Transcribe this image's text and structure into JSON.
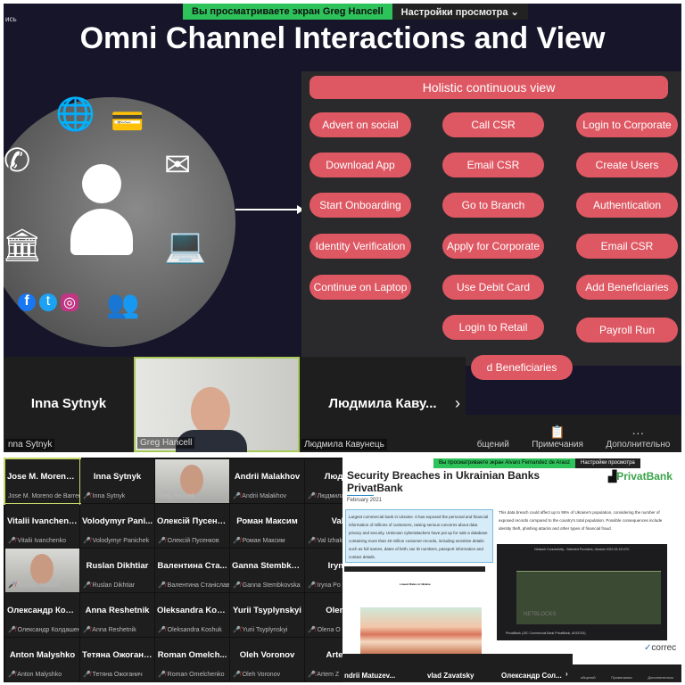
{
  "banner": {
    "viewing": "Вы просматриваете экран Greg Hancell",
    "settings": "Настройки просмотра",
    "chevron": "⌄"
  },
  "rec_label": "ись",
  "slide": {
    "title": "Omni Channel Interactions and View",
    "header": "Holistic continuous view",
    "col1": [
      "Advert on social",
      "Download App",
      "Start Onboarding",
      "Identity Verification",
      "Continue on Laptop"
    ],
    "col2": [
      "Call CSR",
      "Email CSR",
      "Go to Branch",
      "Apply for Corporate",
      "Use Debit Card",
      "Login to Retail",
      "d Beneficiaries"
    ],
    "col3": [
      "Login to Corporate",
      "Create Users",
      "Authentication",
      "Email CSR",
      "Add Beneficiaries",
      "Payroll Run"
    ]
  },
  "strip": {
    "t1_name": "Inna Sytnyk",
    "t1_label": "nna Sytnyk",
    "t2_label": "Greg Hancell",
    "t3_name": "Людмила  Каву...",
    "t3_label": "Людмила Кавунець",
    "next": "›"
  },
  "toolbar": {
    "chat": "бщений",
    "notes": "Примечания",
    "more": "Дополнительно"
  },
  "grid": [
    {
      "n": "Jose M. Moreno...",
      "s": "Jose M. Moreno de Barreda",
      "active": true
    },
    {
      "n": "Inna Sytnyk",
      "s": "Inna Sytnyk"
    },
    {
      "n": "",
      "s": "Greg Hancell",
      "video": true
    },
    {
      "n": "Andrii Malakhov",
      "s": "Andrii Malakhov"
    },
    {
      "n": "Людмил",
      "s": "Людмила К"
    },
    {
      "n": "Vitalii Ivanchenko",
      "s": "Vitalii Ivanchenko"
    },
    {
      "n": "Volodymyr Pani...",
      "s": "Volodymyr Panichek"
    },
    {
      "n": "Олексій Пусенк...",
      "s": "Олексій Пусенков"
    },
    {
      "n": "Роман Максим",
      "s": "Роман Максим"
    },
    {
      "n": "Val Iz",
      "s": "Val Izhakev"
    },
    {
      "n": "",
      "s": "Dmytro Nikitiuk",
      "video": true
    },
    {
      "n": "Ruslan Dikhtiar",
      "s": "Ruslan Dikhtiar"
    },
    {
      "n": "Валентина Ста...",
      "s": "Валентина Станіслав..."
    },
    {
      "n": "Ganna Stembko...",
      "s": "Ganna Stembkovska"
    },
    {
      "n": "Iryna P",
      "s": "Iryna Po"
    },
    {
      "n": "Олександр Кол...",
      "s": "Олександр Колдашен..."
    },
    {
      "n": "Anna Reshetnik",
      "s": "Anna Reshetnik"
    },
    {
      "n": "Oleksandra Kos...",
      "s": "Oleksandra Koshuk"
    },
    {
      "n": "Yurii Tsyplynskyi",
      "s": "Yurii Tsyplynskyi"
    },
    {
      "n": "Olena O",
      "s": "Olena O"
    },
    {
      "n": "Anton Malyshko",
      "s": "Anton Malyshko"
    },
    {
      "n": "Тетяна Ожоганич",
      "s": "Тетяна Ожоганич"
    },
    {
      "n": "Roman Omelch...",
      "s": "Roman Omelchenko"
    },
    {
      "n": "Oleh Voronov",
      "s": "Oleh Voronov"
    },
    {
      "n": "Artem Z",
      "s": "Artem Z"
    }
  ],
  "doc": {
    "banner": "Вы просматриваете экран Alvaro Fernandez de Araoz",
    "settings": "Настройки просмотра",
    "title": "Security Breaches in Ukrainian Banks",
    "subtitle": "PrivatBank",
    "date": "February 2021",
    "logo": "PrivatBank",
    "box": "Largest commercial bank in Ukraine. It has exposed the personal and financial information of millions of customers, raising serious concerns about data privacy and security. Unknown cyberattackers have put up for sale a database containing more than 40 million customer records, including sensitive details such as full names, dates of birth, tax ID numbers, passport information and contact details.",
    "para": "This data breach could affect up to 95% of Ukraine's population, considering the number of exposed records compared to the country's total population. Possible consequences include identity theft, phishing attacks and other types of financial fraud.",
    "chart_title": "Network Connectivity - Selected Providers, Ukraine  2022-02-15 UTC",
    "chart_legend": "PrivatBank (JSC Commercial Bank PrivatBank, AS15743)",
    "watermark": "NETBLOCKS",
    "mini_title": "Lowest Rates in Ukraine",
    "correc": "correc",
    "strip": [
      "ndrii  Matuzev...",
      "vlad Zavatsky",
      "Олександр  Сол..."
    ],
    "next": "›",
    "tb": [
      "общений",
      "Примечания",
      "Дополнительно"
    ]
  },
  "colors": {
    "accent": "#de5863",
    "green": "#2ec25a"
  }
}
